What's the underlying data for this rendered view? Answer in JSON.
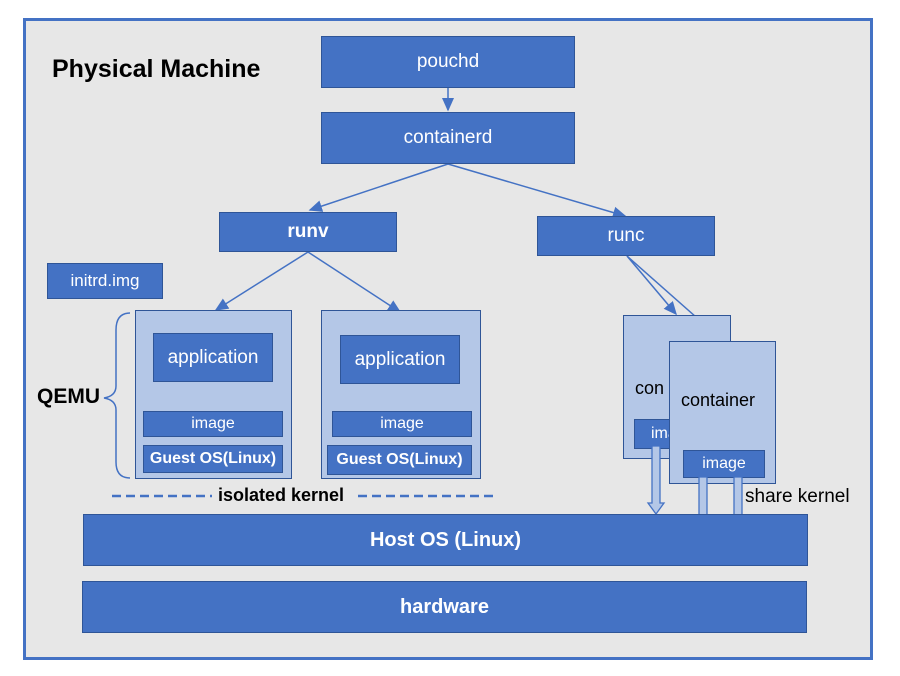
{
  "title": "Physical Machine",
  "nodes": {
    "pouchd": "pouchd",
    "containerd": "containerd",
    "runv": "runv",
    "runc": "runc",
    "initrd": "initrd.img",
    "qemu": "QEMU",
    "isolated_kernel": "isolated kernel",
    "share_kernel": "share kernel",
    "host_os": "Host OS (Linux)",
    "hardware": "hardware"
  },
  "vms": [
    {
      "app": "application",
      "image": "image",
      "guest_os": "Guest OS(Linux)"
    },
    {
      "app": "application",
      "image": "image",
      "guest_os": "Guest OS(Linux)"
    }
  ],
  "containers": {
    "back_label_partial": "con",
    "back_image_partial": "ima",
    "front_label": "container",
    "front_image": "image"
  },
  "colors": {
    "box_fill": "#4472c4",
    "vm_fill": "#b4c7e7",
    "background": "#e7e7e7"
  }
}
